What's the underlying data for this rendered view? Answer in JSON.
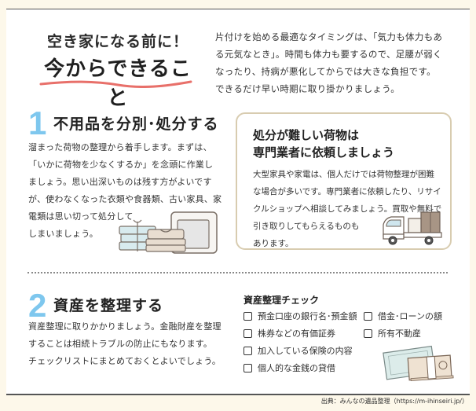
{
  "header": {
    "title_line1": "空き家になる前に！",
    "title_line2": "今からできること",
    "intro_lines": [
      "片付けを始める最適なタイミングは、「気力も体力もあ",
      "る元気なとき」。時間も体力も要するので、足腰が弱く",
      "なったり、持病が悪化してからでは大きな負担です。",
      "できるだけ早い時期に取り掛かりましょう。"
    ]
  },
  "section1": {
    "number": "1",
    "title": "不用品を分別･処分する",
    "body_lines": [
      "溜まった荷物の整理から着手します。まずは、",
      "「いかに荷物を少なくするか」を念頭に作業し",
      "ましょう。思い出深いものは残す方がよいです",
      "が、使わなくなった衣類や食器類、古い家具、家",
      "電類は思い切って処分して",
      "しまいましょう。"
    ],
    "illustration": "clothes-books-microwave-icon"
  },
  "callout": {
    "title_lines": [
      "処分が難しい荷物は",
      "専門業者に依頼しましょう"
    ],
    "body_lines": [
      "大型家具や家電は、個人だけでは荷物整理が困難",
      "な場合が多いです。専門業者に依頼したり、リサイ",
      "クルショップへ相談してみましょう。買取や無料で",
      "引き取りしてもらえるものも",
      "あります。"
    ],
    "illustration": "truck-icon"
  },
  "section2": {
    "number": "2",
    "title": "資産を整理する",
    "body_lines": [
      "資産整理に取りかかりましょう。金融財産を整理",
      "することは相続トラブルの防止にもなります。",
      "チェックリストにまとめておくとよいでしょう。"
    ]
  },
  "checklist": {
    "title": "資産整理チェック",
    "items": [
      "預金口座の銀行名･預金額",
      "株券などの有価証券",
      "加入している保険の内容",
      "個人的な金銭の貸借",
      "借金･ローンの額",
      "所有不動産"
    ],
    "illustration": "banknotes-icon"
  },
  "footer": {
    "credit": "出典：みんなの遺品整理（https://m-ihinseiri.jp/）"
  },
  "colors": {
    "background": "#fdf8ea",
    "accent_blue": "#7ec7ee",
    "underline_red": "#e8706a",
    "box_border": "#d8ccb0"
  }
}
